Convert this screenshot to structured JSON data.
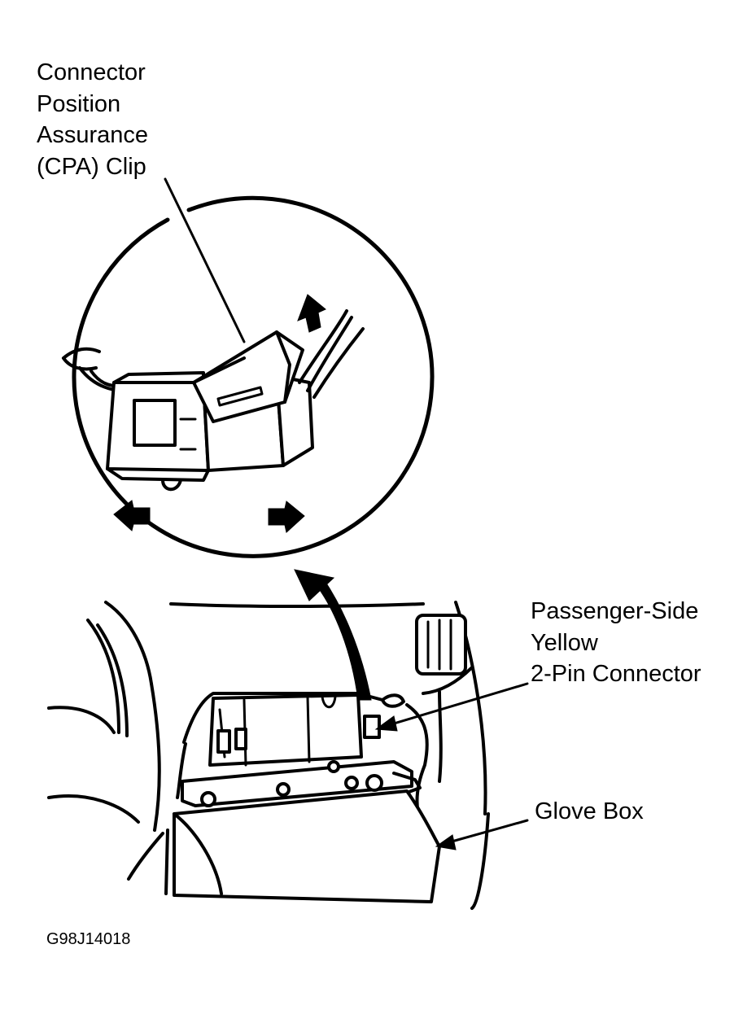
{
  "labels": {
    "cpa_clip": [
      "Connector",
      "Position",
      "Assurance",
      "(CPA) Clip"
    ],
    "connector": [
      "Passenger-Side",
      "Yellow",
      "2-Pin Connector"
    ],
    "glove_box": "Glove Box"
  },
  "figure_code": "G98J14018",
  "colors": {
    "ink": "#000000",
    "paper": "#ffffff"
  },
  "icons": [
    "arrow-up-icon",
    "arrow-left-icon",
    "arrow-right-icon",
    "curved-arrow-icon"
  ]
}
